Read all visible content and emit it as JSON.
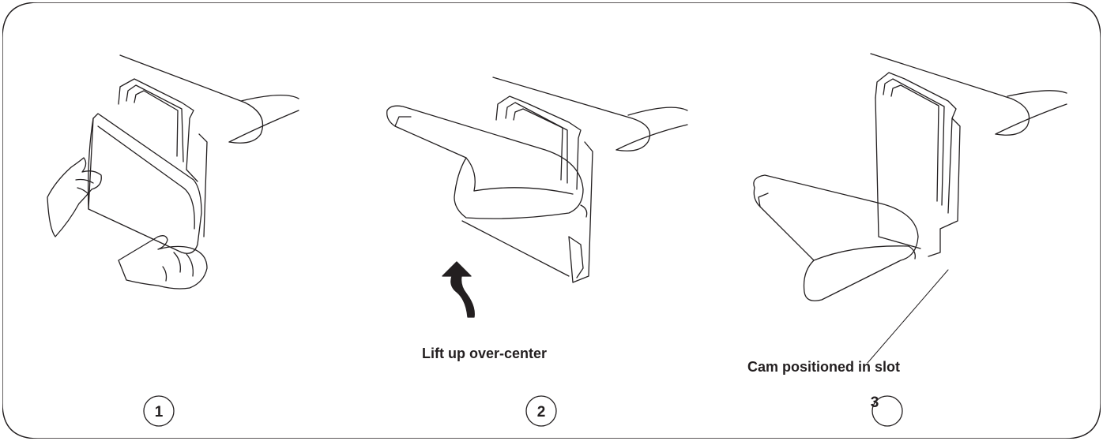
{
  "captions": {
    "step2": "Lift up over-center",
    "step3": "Cam positioned in slot"
  },
  "steps": [
    {
      "number": "1"
    },
    {
      "number": "2"
    },
    {
      "number": "3"
    }
  ],
  "colors": {
    "line": "#231f20",
    "background": "#ffffff"
  }
}
